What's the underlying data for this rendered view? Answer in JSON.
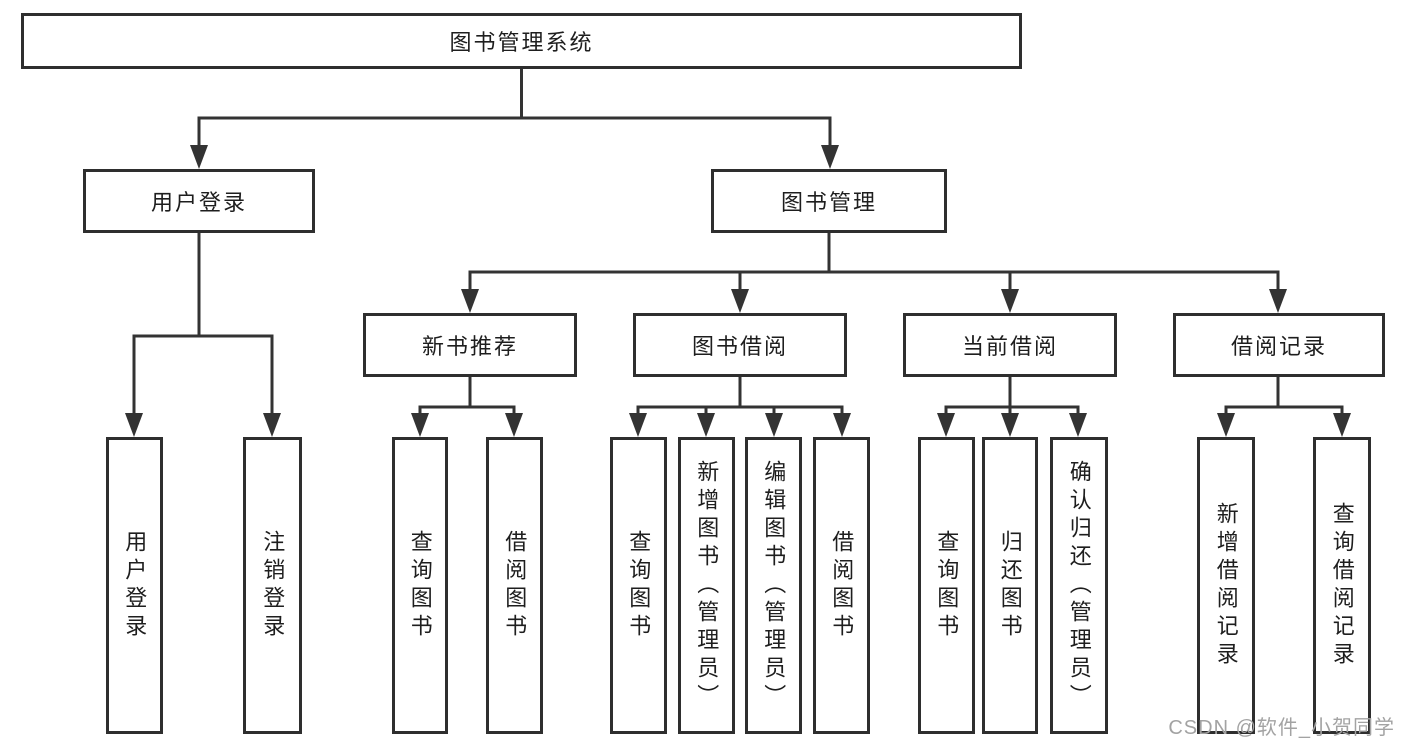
{
  "nodes": {
    "root": {
      "label": "图书管理系统"
    },
    "user_login": {
      "label": "用户登录"
    },
    "book_management": {
      "label": "图书管理"
    },
    "new_book_recommend": {
      "label": "新书推荐"
    },
    "book_borrow": {
      "label": "图书借阅"
    },
    "current_borrow": {
      "label": "当前借阅"
    },
    "borrow_record": {
      "label": "借阅记录"
    }
  },
  "leaves": {
    "user_login_leaf": {
      "label": "用户登录"
    },
    "logout": {
      "label": "注销登录"
    },
    "recommend_query_books": {
      "label": "查询图书"
    },
    "recommend_borrow_books": {
      "label": "借阅图书"
    },
    "borrow_query_books": {
      "label": "查询图书"
    },
    "add_book_admin": {
      "label": "新增图书（管理员）"
    },
    "edit_book_admin": {
      "label": "编辑图书（管理员）"
    },
    "borrow_borrow_books": {
      "label": "借阅图书"
    },
    "current_query_books": {
      "label": "查询图书"
    },
    "return_book": {
      "label": "归还图书"
    },
    "confirm_return_admin": {
      "label": "确认归还（管理员）"
    },
    "add_borrow_record": {
      "label": "新增借阅记录"
    },
    "query_borrow_record": {
      "label": "查询借阅记录"
    }
  },
  "watermark": {
    "text": "CSDN @软件_小贺同学"
  },
  "colors": {
    "line": "#333333",
    "border": "#2e2e2e",
    "text": "#1e1e1e",
    "watermark": "#a3a3a3",
    "background": "#ffffff"
  }
}
